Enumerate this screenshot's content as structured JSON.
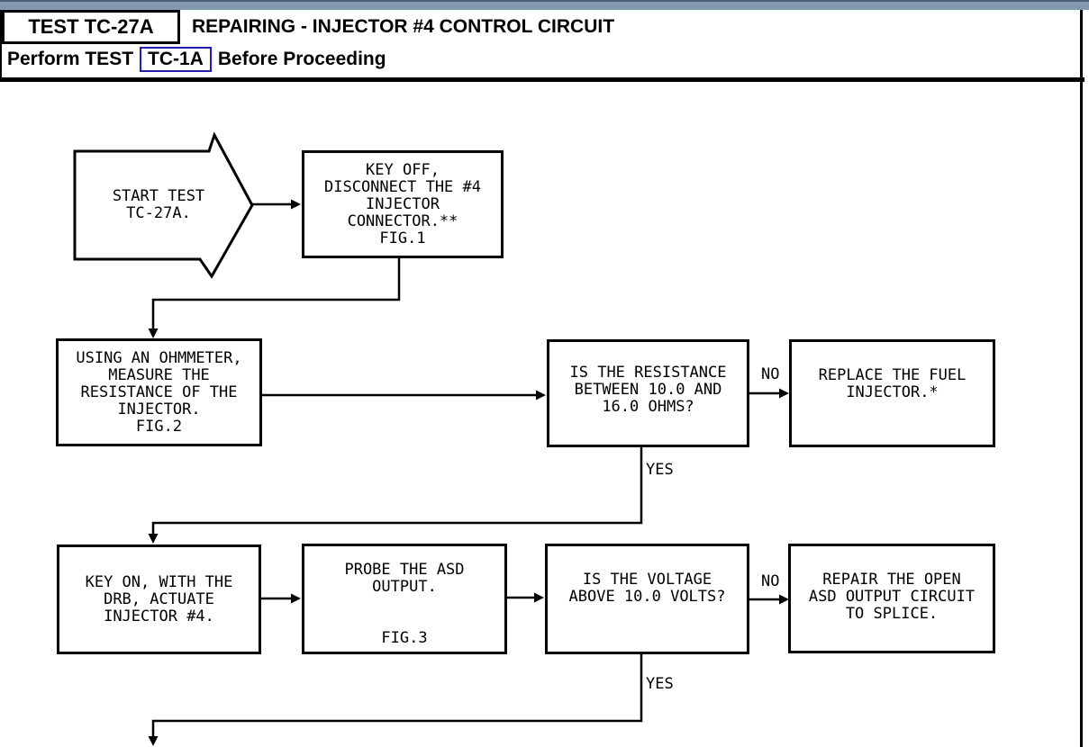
{
  "header": {
    "test_id": "TEST TC-27A",
    "title": "REPAIRING - INJECTOR #4 CONTROL CIRCUIT",
    "subtitle_prefix": "Perform TEST",
    "subtitle_link": "TC-1A",
    "subtitle_suffix": "Before Proceeding"
  },
  "colors": {
    "top_bar": "#8298ae",
    "top_bar_edge": "#4d5f76",
    "link_box_border": "#1b1bd1",
    "line_color": "#000000"
  },
  "flowchart": {
    "start": {
      "lines": [
        "START TEST",
        "TC-27A."
      ]
    },
    "boxes": [
      {
        "id": "step-key-off",
        "lines": [
          "KEY OFF,",
          "DISCONNECT THE #4",
          "INJECTOR",
          "CONNECTOR.**",
          "FIG.1"
        ]
      },
      {
        "id": "step-ohmmeter",
        "lines": [
          "USING AN OHMMETER,",
          "MEASURE THE",
          "RESISTANCE OF THE",
          "INJECTOR.",
          "FIG.2"
        ]
      },
      {
        "id": "decision-resistance",
        "lines": [
          "IS THE RESISTANCE",
          "BETWEEN 10.0 AND",
          "16.0 OHMS?"
        ]
      },
      {
        "id": "action-replace-injector",
        "lines": [
          "REPLACE THE FUEL",
          "INJECTOR.*"
        ]
      },
      {
        "id": "step-key-on-actuate",
        "lines": [
          "KEY ON, WITH THE",
          "DRB, ACTUATE",
          "INJECTOR #4."
        ]
      },
      {
        "id": "step-probe-asd",
        "lines": [
          "PROBE THE ASD",
          "OUTPUT.",
          "",
          "",
          "FIG.3"
        ]
      },
      {
        "id": "decision-voltage",
        "lines": [
          "IS THE VOLTAGE",
          "ABOVE 10.0 VOLTS?"
        ]
      },
      {
        "id": "action-repair-asd",
        "lines": [
          "REPAIR THE OPEN",
          "ASD OUTPUT CIRCUIT",
          "TO SPLICE."
        ]
      }
    ],
    "labels": {
      "no1": "NO",
      "yes1": "YES",
      "no2": "NO",
      "yes2": "YES"
    }
  }
}
